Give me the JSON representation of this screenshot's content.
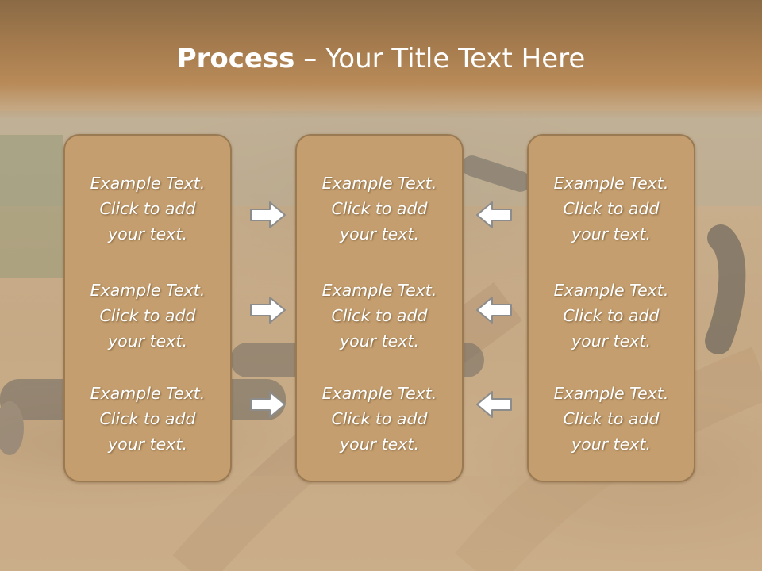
{
  "slide": {
    "title_bold": "Process",
    "title_rest": " – Your Title Text Here"
  },
  "panels": {
    "left": {
      "items": [
        {
          "line1": "Example Text.",
          "line2": "Click  to add",
          "line3": "your text."
        },
        {
          "line1": "Example Text.",
          "line2": "Click  to add",
          "line3": "your text."
        },
        {
          "line1": "Example Text.",
          "line2": "Click  to add",
          "line3": "your text."
        }
      ]
    },
    "center": {
      "items": [
        {
          "line1": "Example Text.",
          "line2": "Click  to add",
          "line3": "your text."
        },
        {
          "line1": "Example Text.",
          "line2": "Click  to add",
          "line3": "your text."
        },
        {
          "line1": "Example Text.",
          "line2": "Click  to add",
          "line3": "your text."
        }
      ]
    },
    "right": {
      "items": [
        {
          "line1": "Example Text.",
          "line2": "Click  to add",
          "line3": "your text."
        },
        {
          "line1": "Example Text.",
          "line2": "Click  to add",
          "line3": "your text."
        },
        {
          "line1": "Example Text.",
          "line2": "Click  to add",
          "line3": "your text."
        }
      ]
    }
  },
  "arrows": {
    "left_to_center": "arrow-right-icon",
    "right_to_center": "arrow-left-icon"
  },
  "colors": {
    "title_bar": "#a37a4d",
    "panel_fill": "#c49e6e",
    "panel_border": "#9a7a53",
    "arrow_fill": "#ffffff",
    "arrow_stroke": "#8c8c8c",
    "text": "#ffffff"
  }
}
